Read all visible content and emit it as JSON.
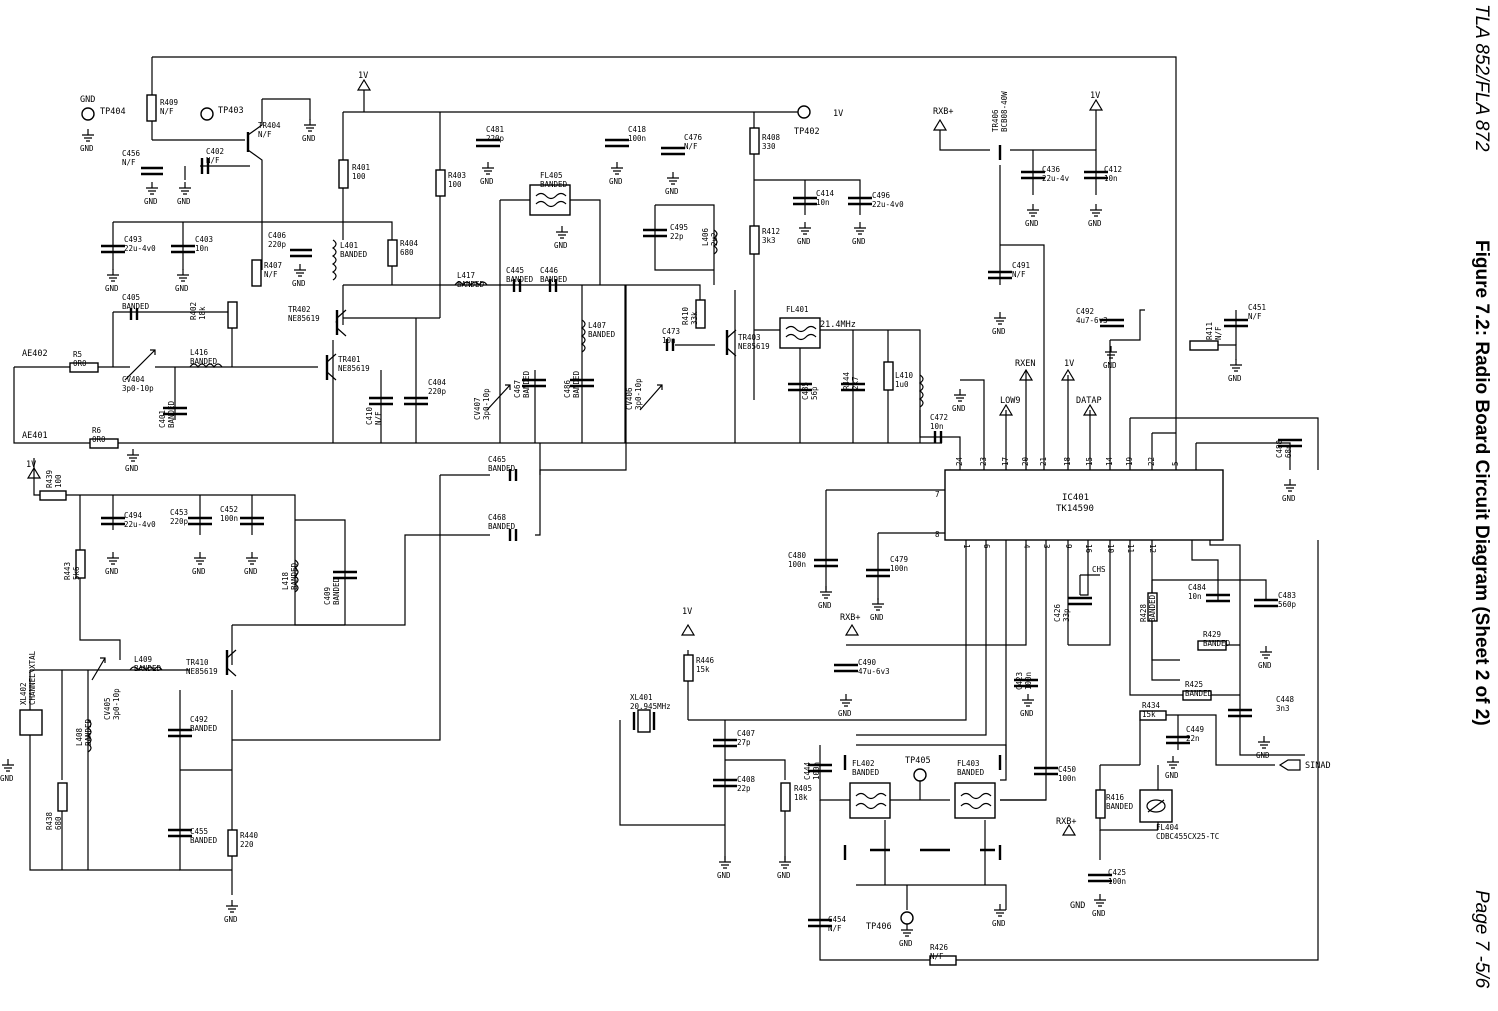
{
  "side_header": {
    "document": "TLA 852/FLA 872",
    "title": "Figure 7.2: Radio Board Circuit Diagram (Sheet 2 of 2)",
    "page": "Page 7 -5/6"
  },
  "ic": {
    "ref": "IC401",
    "part": "TK14590"
  },
  "ic_pins_top": [
    "24",
    "23",
    "17",
    "20",
    "21",
    "18",
    "15",
    "14",
    "19",
    "22",
    "5"
  ],
  "ic_pins_bottom": [
    "1",
    "6",
    "4",
    "3",
    "9",
    "16",
    "10",
    "11",
    "12"
  ],
  "ic_pins_left": [
    "7",
    "8"
  ],
  "nets": {
    "ae402": "AE402",
    "ae401": "AE401",
    "low9": "LOW9",
    "rxen": "RXEN",
    "datap": "DATAP",
    "v1": "1V",
    "rxb": "RXB+",
    "sinad": "SINAD",
    "gnd": "GND",
    "freq_214": "21.4MHz"
  },
  "testpoints": [
    "TP404",
    "TP403",
    "TP402",
    "TP405",
    "TP406"
  ],
  "components": {
    "r409": [
      "R409",
      "N/F"
    ],
    "r408": [
      "R408",
      "330"
    ],
    "r401": [
      "R401",
      "100"
    ],
    "r403": [
      "R403",
      "100"
    ],
    "r404": [
      "R404",
      "680"
    ],
    "r407": [
      "R407",
      "N/F"
    ],
    "r402": [
      "R402",
      "18k"
    ],
    "r410": [
      "R410",
      "33k"
    ],
    "r412": [
      "R412",
      "3k3"
    ],
    "r444": [
      "R444",
      "2k7"
    ],
    "r411": [
      "R411",
      "N/F"
    ],
    "r5": [
      "R5",
      "0R0"
    ],
    "r6": [
      "R6",
      "0R0"
    ],
    "r439": [
      "R439",
      "100"
    ],
    "r443": [
      "R443",
      "5k6"
    ],
    "r438": [
      "R438",
      "680"
    ],
    "r440": [
      "R440",
      "220"
    ],
    "r446": [
      "R446",
      "15k"
    ],
    "r405": [
      "R405",
      "18k"
    ],
    "r428": [
      "R428",
      "BANDED"
    ],
    "r429": [
      "R429",
      "BANDED"
    ],
    "r425": [
      "R425",
      "BANDED"
    ],
    "r434": [
      "R434",
      "15k"
    ],
    "r416": [
      "R416",
      "BANDED"
    ],
    "r426": [
      "R426",
      "N/F"
    ],
    "c456": [
      "C456",
      "N/F"
    ],
    "c402": [
      "C402",
      "N/F"
    ],
    "c493": [
      "C493",
      "22u-4v0"
    ],
    "c403": [
      "C403",
      "10n"
    ],
    "c405": [
      "C405",
      "BANDED"
    ],
    "c401": [
      "C401",
      "BANDED"
    ],
    "c406": [
      "C406",
      "220p"
    ],
    "c481": [
      "C481",
      "220p"
    ],
    "c418": [
      "C418",
      "100n"
    ],
    "c476": [
      "C476",
      "N/F"
    ],
    "c414": [
      "C414",
      "10n"
    ],
    "c496": [
      "C496",
      "22u-4v0"
    ],
    "c495": [
      "C495",
      "22p"
    ],
    "c445": [
      "C445",
      "BANDED"
    ],
    "c446": [
      "C446",
      "BANDED"
    ],
    "c410": [
      "C410",
      "N/F"
    ],
    "c404": [
      "C404",
      "220p"
    ],
    "c467": [
      "C467",
      "BANDED"
    ],
    "c486": [
      "C486",
      "BANDED"
    ],
    "c473": [
      "C473",
      "10n"
    ],
    "c485": [
      "C485",
      "56p"
    ],
    "c472": [
      "C472",
      "10n"
    ],
    "c436": [
      "C436",
      "22u-4v"
    ],
    "c412": [
      "C412",
      "10n"
    ],
    "c491": [
      "C491",
      "N/F"
    ],
    "c492": [
      "C492",
      "4u7-6v3"
    ],
    "c451": [
      "C451",
      "N/F"
    ],
    "c488": [
      "C488",
      "68n"
    ],
    "c465": [
      "C465",
      "BANDED"
    ],
    "c468": [
      "C468",
      "BANDED"
    ],
    "c494": [
      "C494",
      "22u-4v0"
    ],
    "c453": [
      "C453",
      "220p"
    ],
    "c452": [
      "C452",
      "100n"
    ],
    "c409": [
      "C409",
      "BANDED"
    ],
    "c492b": [
      "C492",
      "BANDED"
    ],
    "c455": [
      "C455",
      "BANDED"
    ],
    "c480": [
      "C480",
      "100n"
    ],
    "c479": [
      "C479",
      "100n"
    ],
    "c490": [
      "C490",
      "47u-6v3"
    ],
    "c407": [
      "C407",
      "27p"
    ],
    "c408": [
      "C408",
      "22p"
    ],
    "c444": [
      "C444",
      "100n"
    ],
    "c450": [
      "C450",
      "100n"
    ],
    "c423": [
      "C423",
      "100n"
    ],
    "c426": [
      "C426",
      "33p"
    ],
    "c484": [
      "C484",
      "10n"
    ],
    "c483": [
      "C483",
      "560p"
    ],
    "c448": [
      "C448",
      "3n3"
    ],
    "c449": [
      "C449",
      "22n"
    ],
    "c425": [
      "C425",
      "100n"
    ],
    "c454": [
      "C454",
      "N/F"
    ],
    "l401": [
      "L401",
      "BANDED"
    ],
    "l417": [
      "L417",
      "BANDED"
    ],
    "l407": [
      "L407",
      "BANDED"
    ],
    "l406": [
      "L406",
      "2u2"
    ],
    "l410": [
      "L410",
      "1u0"
    ],
    "l416": [
      "L416",
      "BANDED"
    ],
    "l418": [
      "L418",
      "BANDED"
    ],
    "l409": [
      "L409",
      "BANDED"
    ],
    "l408": [
      "L408",
      "BANDED"
    ],
    "cv404": [
      "CV404",
      "3p0-10p"
    ],
    "cv407": [
      "CV407",
      "3p0-10p"
    ],
    "cv406": [
      "CV406",
      "3p0-10p"
    ],
    "cv405": [
      "CV405",
      "3p0-10p"
    ],
    "tr404": [
      "TR404",
      "N/F"
    ],
    "tr402": [
      "TR402",
      "NE85619"
    ],
    "tr401": [
      "TR401",
      "NE85619"
    ],
    "tr403": [
      "TR403",
      "NE85619"
    ],
    "tr410": [
      "TR410",
      "NE85619"
    ],
    "tr406": [
      "TR406",
      "BCB08-40W"
    ],
    "fl405": [
      "FL405",
      "BANDED"
    ],
    "fl401": [
      "FL401"
    ],
    "fl402": [
      "FL402",
      "BANDED"
    ],
    "fl403": [
      "FL403",
      "BANDED"
    ],
    "fl404": [
      "FL404",
      "CDBC455CX25-TC"
    ],
    "xl401": [
      "XL401",
      "20.945MHz"
    ],
    "xl402": [
      "XL402",
      "CHANNEL\\XTAL"
    ],
    "chs": [
      "CHS"
    ]
  }
}
